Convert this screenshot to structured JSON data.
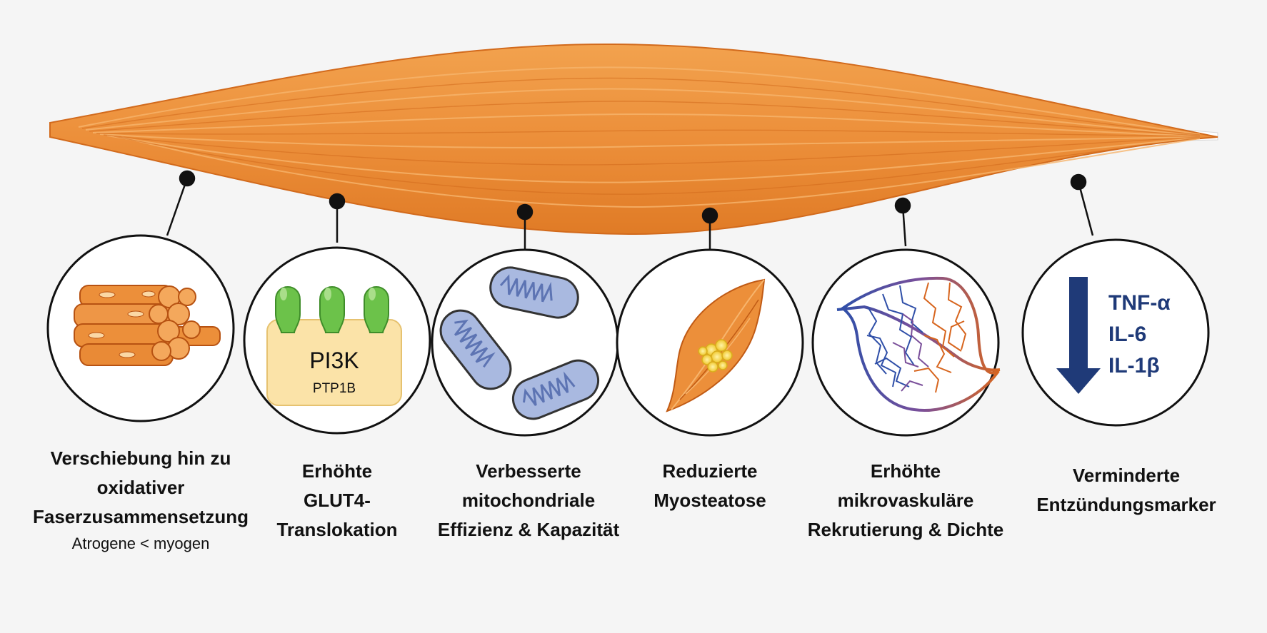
{
  "panels": [
    {
      "id": "fiber",
      "lines": [
        "Verschiebung hin zu",
        "oxidativer",
        "Faserzusammensetzung"
      ],
      "sub": "Atrogene < myogen"
    },
    {
      "id": "glut4",
      "lines": [
        "Erhöhte",
        "GLUT4-",
        "Translokation"
      ],
      "inner": {
        "main": "PI3K",
        "sub": "PTP1B"
      }
    },
    {
      "id": "mito",
      "lines": [
        "Verbesserte",
        "mitochondriale",
        "Effizienz & Kapazität"
      ]
    },
    {
      "id": "steatosis",
      "lines": [
        "Reduzierte",
        "Myosteatose"
      ]
    },
    {
      "id": "vascular",
      "lines": [
        "Erhöhte",
        "mikrovaskuläre",
        "Rekrutierung & Dichte"
      ]
    },
    {
      "id": "inflammation",
      "lines": [
        "Verminderte",
        "Entzündungsmarker"
      ],
      "markers": [
        "TNF-α",
        "IL-6",
        "IL-1β"
      ]
    }
  ],
  "colors": {
    "muscle": "#ec8f3a",
    "muscle_dark": "#d26a1c",
    "muscle_light": "#f7b56d",
    "glut4_green": "#6cc24a",
    "pi3k_box": "#fbe3a8",
    "mito_blue": "#a9b9e0",
    "vessel_blue": "#2f4fa8",
    "vessel_red": "#d7651e",
    "fat_yellow": "#f4d43c",
    "arrow_navy": "#1f3a78"
  }
}
